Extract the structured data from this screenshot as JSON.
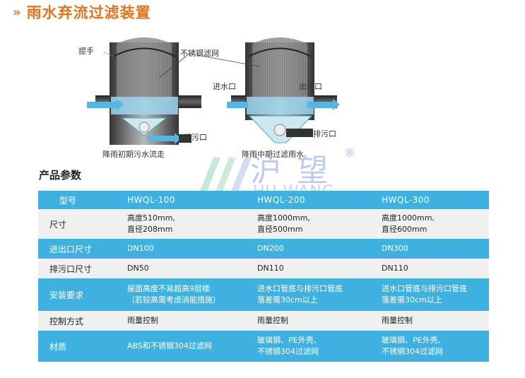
{
  "page": {
    "title": "雨水弃流过滤装置"
  },
  "header": {
    "chevron": "»"
  },
  "diagram": {
    "labels": {
      "handle": "提手",
      "mesh": "不锈钢滤网",
      "inlet": "进水口",
      "outlet": "出水口",
      "drain_left": "排污口",
      "drain_right": "排污口",
      "caption_left": "降雨初期污水流走",
      "caption_right": "降雨中期过滤雨水"
    }
  },
  "watermark": {
    "brand": "沪望",
    "brand_en": "HU WANG",
    "registered": "®"
  },
  "section": {
    "title": "产品参数"
  },
  "colors": {
    "accent": "#e0761f",
    "table_blue": "#3fb1e0",
    "table_light": "#f0f0f0"
  },
  "table": {
    "header": {
      "label": "型号",
      "m1": "HWQL-100",
      "m2": "HWQL-200",
      "m3": "HWQL-300"
    },
    "rows": [
      {
        "label": "尺寸",
        "v1": [
          "高度510mm,",
          "直径208mm"
        ],
        "v2": [
          "高度1000mm,",
          "直径500mm"
        ],
        "v3": [
          "高度1000mm,",
          "直径600mm"
        ]
      },
      {
        "label": "进出口尺寸",
        "v1": [
          "DN100"
        ],
        "v2": [
          "DN200"
        ],
        "v3": [
          "DN300"
        ]
      },
      {
        "label": "排污口尺寸",
        "v1": [
          "DN50"
        ],
        "v2": [
          "DN110"
        ],
        "v3": [
          "DN110"
        ]
      },
      {
        "label": "安装要求",
        "v1": [
          "屋面高度不易超高9层楼",
          "（若较高需考虑消能措施）"
        ],
        "v2": [
          "进水口管底与排污口管底",
          "落差需30cm以上"
        ],
        "v3": [
          "进水口管底与排污口管底",
          "落差需30cm以上"
        ]
      },
      {
        "label": "控制方式",
        "v1": [
          "雨量控制"
        ],
        "v2": [
          "雨量控制"
        ],
        "v3": [
          "雨量控制"
        ]
      },
      {
        "label": "材质",
        "v1": [
          "ABS和不锈钢304过滤网"
        ],
        "v2": [
          "玻璃钢、PE外壳、",
          "不锈钢304过滤网"
        ],
        "v3": [
          "玻璃钢、PE外壳、",
          "不锈钢304过滤网"
        ]
      }
    ]
  }
}
